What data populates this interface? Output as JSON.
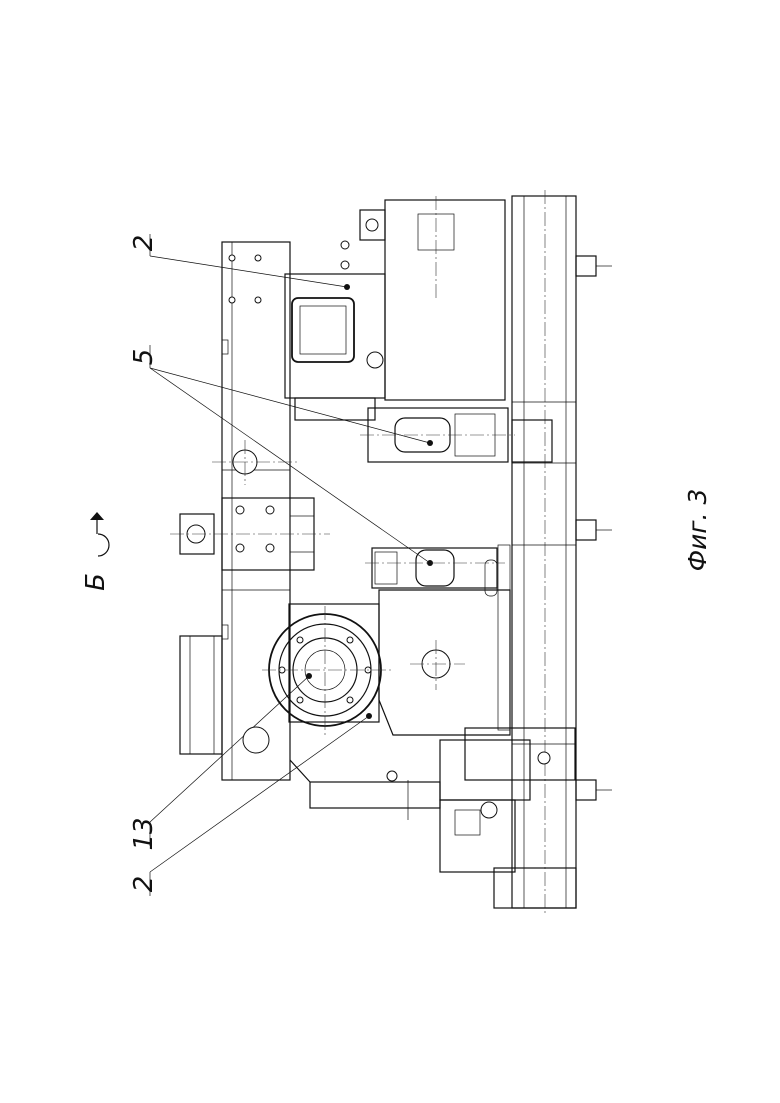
{
  "view_label": "Б",
  "figure_caption": "Фиг. 3",
  "callouts": {
    "top_2": "2",
    "five": "5",
    "thirteen": "13",
    "bottom_2": "2"
  }
}
